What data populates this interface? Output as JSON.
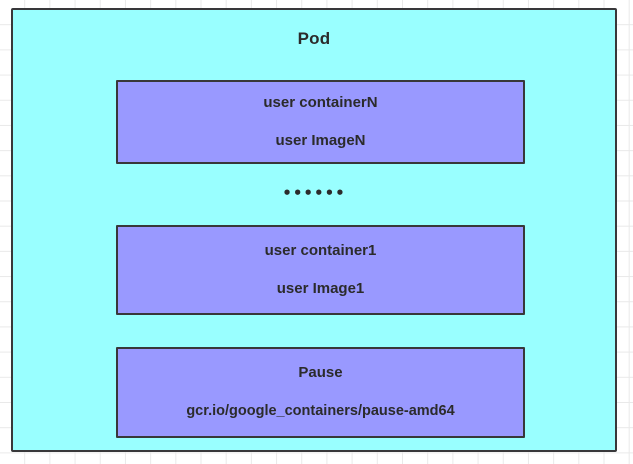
{
  "diagram": {
    "title": "Pod",
    "colors": {
      "pod_fill": "#99FFFF",
      "container_fill": "#9999FF",
      "border": "#38383A",
      "text": "#2B2B2B",
      "canvas_background": "#FFFFFF",
      "grid_line": "#E9E9E9"
    },
    "containers": [
      {
        "name_label": "user containerN",
        "image_label": "user ImageN"
      },
      {
        "name_label": "user container1",
        "image_label": "user Image1"
      },
      {
        "name_label": "Pause",
        "image_label": "gcr.io/google_containers/pause-amd64"
      }
    ],
    "ellipsis": "••••••"
  }
}
